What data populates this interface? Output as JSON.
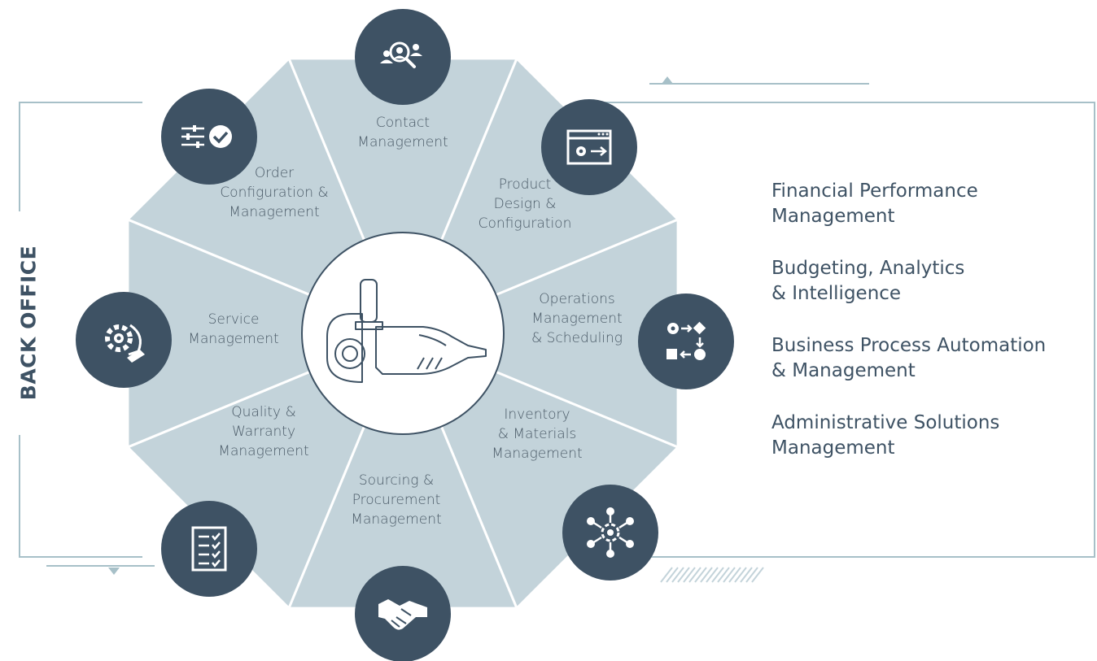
{
  "side_label": "BACK OFFICE",
  "center_icon": "angle-grinder-icon",
  "colors": {
    "segment_fill": "#c3d3da",
    "circle_fill": "#3e5264",
    "frame_line": "#a7c0c8",
    "text": "#3e5264"
  },
  "segments": [
    {
      "id": "contact",
      "lines": [
        "Contact",
        "Management"
      ],
      "icon": "contact-search-icon"
    },
    {
      "id": "product",
      "lines": [
        "Product",
        "Design &",
        "Configuration"
      ],
      "icon": "browser-settings-icon"
    },
    {
      "id": "operations",
      "lines": [
        "Operations",
        "Management",
        "& Scheduling"
      ],
      "icon": "workflow-shapes-icon"
    },
    {
      "id": "inventory",
      "lines": [
        "Inventory",
        "& Materials",
        "Management"
      ],
      "icon": "network-gear-icon"
    },
    {
      "id": "sourcing",
      "lines": [
        "Sourcing &",
        "Procurement",
        "Management"
      ],
      "icon": "handshake-icon"
    },
    {
      "id": "quality",
      "lines": [
        "Quality &",
        "Warranty",
        "Management"
      ],
      "icon": "checklist-icon"
    },
    {
      "id": "service",
      "lines": [
        "Service",
        "Management"
      ],
      "icon": "gear-hand-icon"
    },
    {
      "id": "order",
      "lines": [
        "Order",
        "Configuration &",
        "Management"
      ],
      "icon": "sliders-check-icon"
    }
  ],
  "back_office_items": [
    "Financial Performance\nManagement",
    "Budgeting, Analytics\n& Intelligence",
    "Business Process Automation\n& Management",
    "Administrative Solutions\nManagement"
  ]
}
